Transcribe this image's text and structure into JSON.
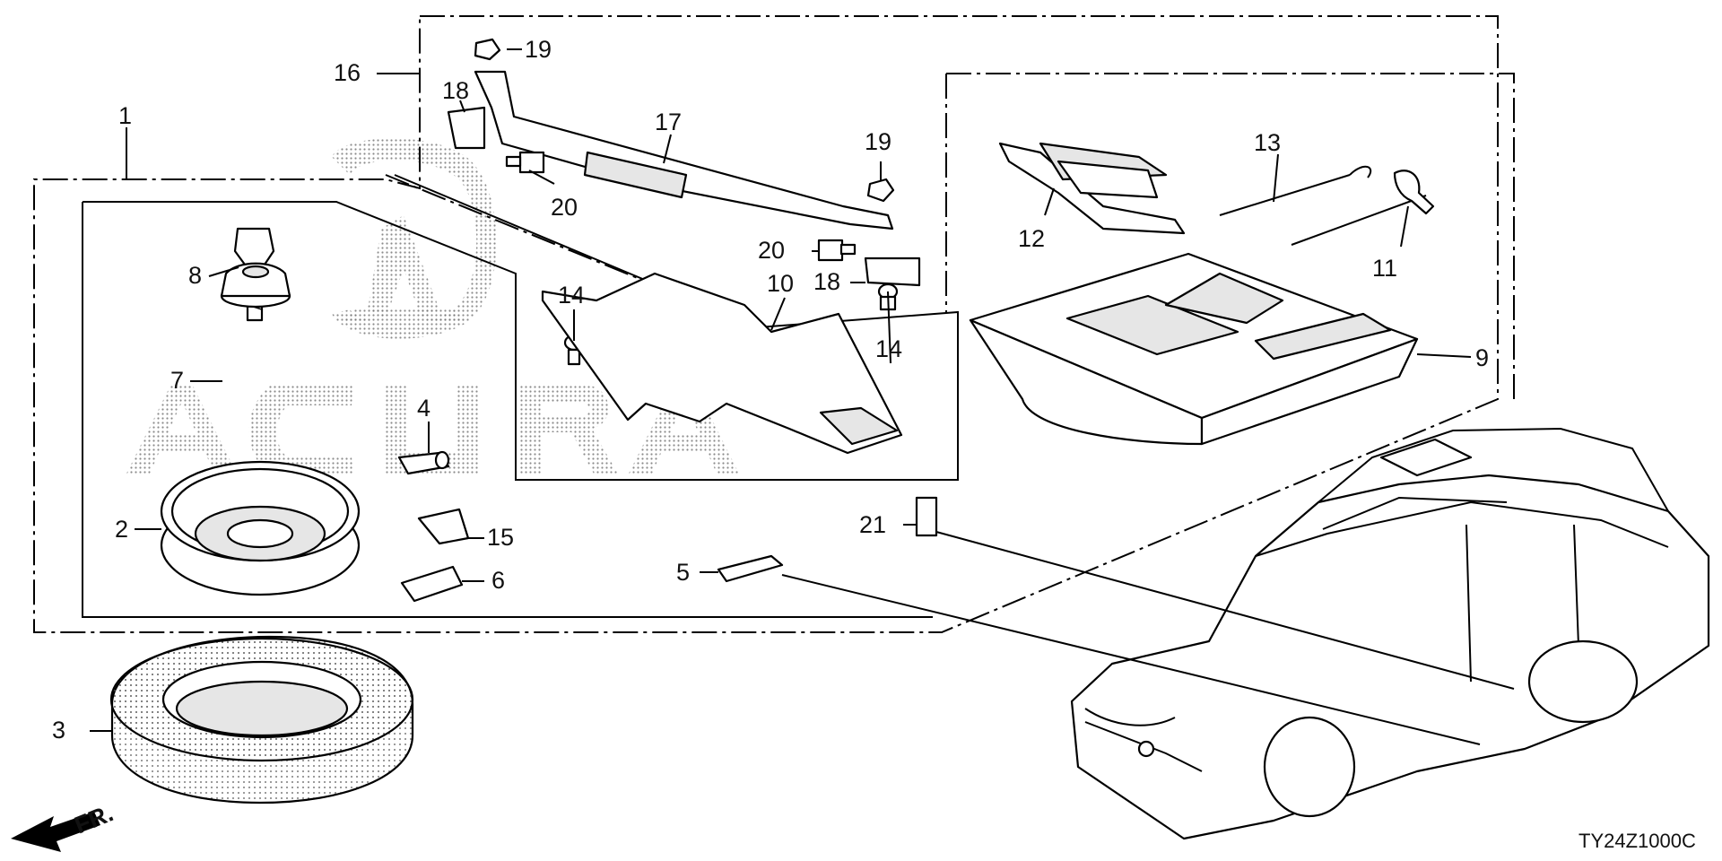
{
  "diagram_code": "TY24Z1000C",
  "watermark": "ACURA",
  "direction_label": "FR.",
  "callouts": {
    "c1": "1",
    "c2": "2",
    "c3": "3",
    "c4": "4",
    "c5": "5",
    "c6": "6",
    "c7": "7",
    "c8": "8",
    "c9": "9",
    "c10": "10",
    "c11": "11",
    "c12": "12",
    "c13": "13",
    "c14a": "14",
    "c14b": "14",
    "c15": "15",
    "c16": "16",
    "c17": "17",
    "c18a": "18",
    "c18b": "18",
    "c19a": "19",
    "c19b": "19",
    "c20a": "20",
    "c20b": "20",
    "c21": "21"
  }
}
